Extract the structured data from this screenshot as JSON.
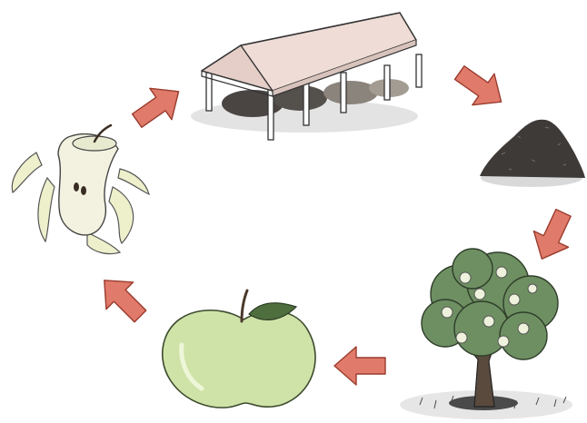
{
  "diagram": {
    "type": "cycle",
    "stages": [
      {
        "id": "compost-shed",
        "icon": "compost-shed-icon"
      },
      {
        "id": "compost-pile",
        "icon": "soil-pile-icon"
      },
      {
        "id": "apple-tree",
        "icon": "apple-tree-icon"
      },
      {
        "id": "apple",
        "icon": "apple-icon"
      },
      {
        "id": "apple-core",
        "icon": "apple-core-icon"
      }
    ],
    "arrows": [
      {
        "from": "compost-shed",
        "to": "compost-pile"
      },
      {
        "from": "compost-pile",
        "to": "apple-tree"
      },
      {
        "from": "apple-tree",
        "to": "apple"
      },
      {
        "from": "apple",
        "to": "apple-core"
      },
      {
        "from": "apple-core",
        "to": "compost-shed"
      }
    ],
    "colors": {
      "arrow": "#e07a6a",
      "roof": "#efdcd6",
      "soil": "#3e3a38",
      "apple": "#cfe3a8",
      "foliage": "#6e8f62",
      "fruit": "#eef2dc",
      "peel": "#eef0cc"
    }
  }
}
